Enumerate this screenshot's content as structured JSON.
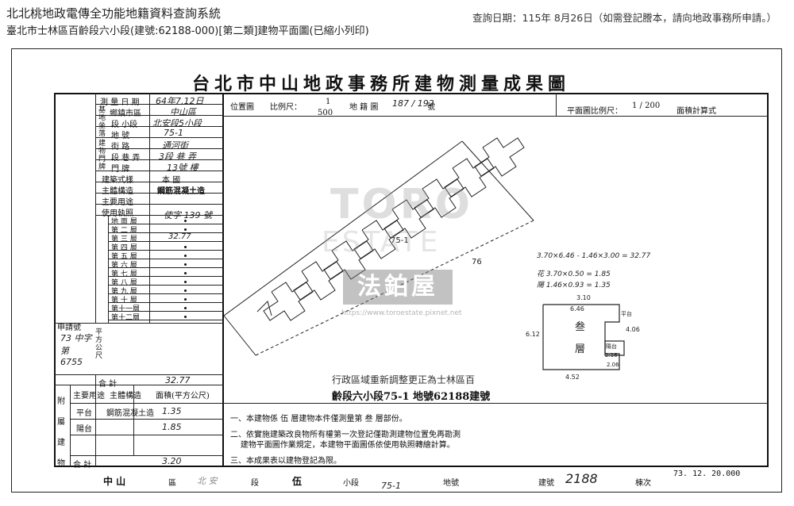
{
  "header": {
    "system_title": "北北桃地政電傳全功能地籍資料查詢系統",
    "subtitle": "臺北市士林區百齡段六小段(建號:62188-000)[第二類]建物平面圖(已縮小列印)",
    "query_date": "查詢日期：115年 8月26日（如需登記謄本，請向地政事務所申請。）"
  },
  "document": {
    "title": "台北市中山地政事務所建物測量成果圖",
    "top_row": {
      "location_label": "位置圖",
      "scale_label": "比例尺：",
      "scale_num": "1",
      "scale_den": "500",
      "map_sheet_label": "地  籍 圖",
      "map_sheet_value": "187 / 192",
      "number_label": "號",
      "plan_scale_label": "平面圖比例尺：",
      "plan_scale_value": "1 / 200",
      "area_calc_label": "面積計算式"
    },
    "left_table": {
      "survey_date_label": "測 量 日 期",
      "survey_date_value": "64年7.12日",
      "district_label": "鄉鎮市區",
      "district_value": "中山區",
      "section_label": "段  小段",
      "section_value": "北安段5小段",
      "lot_label": "地   號",
      "lot_value": "75-1",
      "street_label": "街  路",
      "street_value": "通河街",
      "lane_label": "段 巷 弄",
      "lane_value": "3段 巷 弄",
      "door_label": "門  牌",
      "door_value": "13號  樓",
      "style_label": "建築式樣",
      "style_value": "本 國",
      "structure_label": "主體構造",
      "structure_value": "鋼筋混凝土造",
      "use_label": "主要用途",
      "permit_label": "使用執照",
      "permit_value": "使字 139 號",
      "group_label_land": "基地坐落",
      "group_label_door": "建物門牌",
      "floors": [
        {
          "label": "地 面 層",
          "value": ""
        },
        {
          "label": "第 二 層",
          "value": ""
        },
        {
          "label": "第 三 層",
          "value": "32.77"
        },
        {
          "label": "第 四 層",
          "value": ""
        },
        {
          "label": "第 五 層",
          "value": ""
        },
        {
          "label": "第 六 層",
          "value": ""
        },
        {
          "label": "第 七 層",
          "value": ""
        },
        {
          "label": "第 八 層",
          "value": ""
        },
        {
          "label": "第 九 層",
          "value": ""
        },
        {
          "label": "第 十 層",
          "value": ""
        },
        {
          "label": "第十一層",
          "value": ""
        },
        {
          "label": "第十二層",
          "value": ""
        }
      ],
      "apply_label": "申請號",
      "apply_value": "73 中字第 6755",
      "unit_label": "平方公尺",
      "total_label": "合   計",
      "total_value": "32.77",
      "attach_group": "附屬建物",
      "attach_header_use": "主要用途",
      "attach_header_struct": "主體構造",
      "attach_header_area": "面積(平方公尺)",
      "attach_rows": [
        {
          "use": "平台",
          "struct": "鋼筋混凝土造",
          "area": "1.35"
        },
        {
          "use": "陽台",
          "struct": "",
          "area": "1.85"
        }
      ],
      "attach_total_label": "合   計",
      "attach_total_value": "3.20"
    },
    "floor_plan": {
      "calc_line1": "3.70×6.46 - 1.46×3.00 = 32.77",
      "calc_line2": "花 3.70×0.50 = 1.85",
      "calc_line3": "陽 1.46×0.93 = 1.35",
      "dims": [
        "3.10",
        "6.46",
        "6.12",
        "4.06",
        "4.52",
        "2.16",
        "2.06"
      ],
      "room_label_1": "叁",
      "room_label_2": "層",
      "side_label": "平台",
      "balcony_label": "陽台"
    },
    "site_plan": {
      "lot_num": "75-1",
      "lot_num2": "76"
    },
    "stamp": {
      "line1": "行政區域重新調整更正為士林區百",
      "line2": "齡段六小段75-1 地號62188建號"
    },
    "notes": [
      "一、本建物係    伍    層建物本件僅測量第    叁    層部份。",
      "二、依實施建築改良物所有權第一次登記僅勘測建物位置免再勘測\n    建物平面圖作業規定，本建物平面圖係依使用執照轉繪計算。",
      "三、本成果表以建物登記為限。"
    ],
    "bottom": {
      "district": "中  山",
      "district_suffix": "區",
      "section": "北  安",
      "section_suffix": "段",
      "sub": "伍",
      "sub_suffix": "小段",
      "lot": "75-1",
      "lot_suffix": "地號",
      "build_label": "建號",
      "build_value": "2188",
      "sheet_label": "棟次",
      "form_code": "73. 12. 20.000"
    }
  },
  "watermark": {
    "line1": "TORO",
    "line2": "ESTATE",
    "badge": "法鉑屋",
    "url": "https://www.toroestate.pixnet.net"
  }
}
